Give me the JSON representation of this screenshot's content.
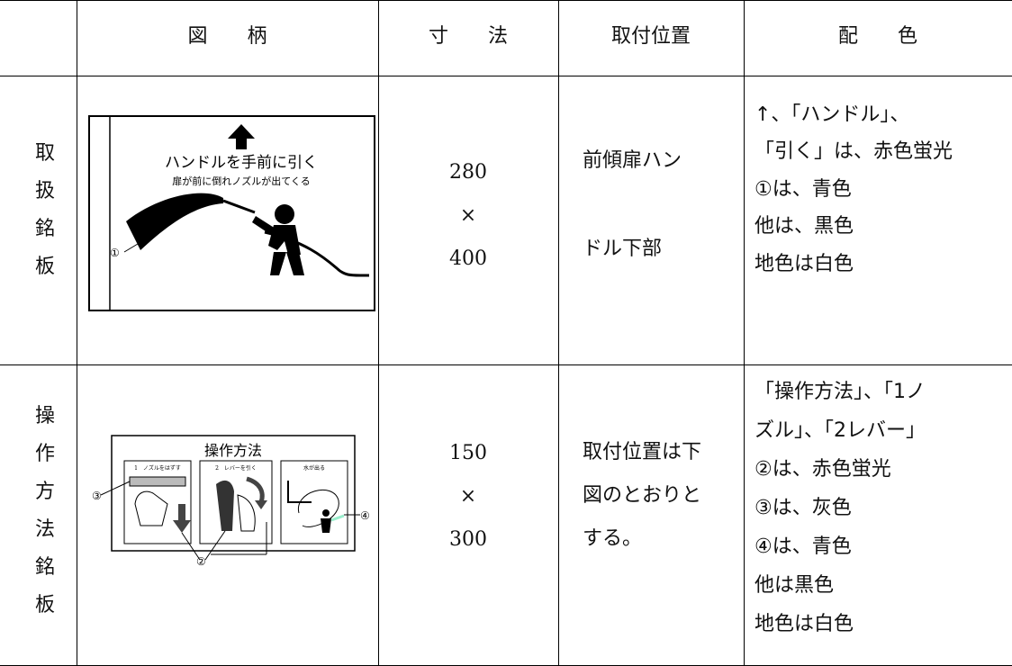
{
  "header": {
    "design": "図　　柄",
    "size": "寸　　法",
    "position": "取付位置",
    "color": "配　　色"
  },
  "rows": [
    {
      "label_chars": [
        "取",
        "扱",
        "銘",
        "板"
      ],
      "plate": {
        "title": "ハンドルを手前に引く",
        "subtitle": "扉が前に倒れノズルが出てくる",
        "callout": "①"
      },
      "size": [
        "280",
        "×",
        "400"
      ],
      "position": [
        "前傾扉ハン",
        "ドル下部"
      ],
      "colors": [
        "↑、「ハンドル」、",
        "「引く」は、赤色蛍光",
        "①は、青色",
        "他は、黒色",
        "地色は白色"
      ]
    },
    {
      "label_chars": [
        "操",
        "作",
        "方",
        "法",
        "銘",
        "板"
      ],
      "plate": {
        "title": "操作方法",
        "panel1": "1　ノズルをはずす",
        "panel2": "2　レバーを引く",
        "panel3": "水が出る",
        "callout3": "③",
        "callout4": "④",
        "callout2": "②"
      },
      "size": [
        "150",
        "×",
        "300"
      ],
      "position": [
        "取付位置は下",
        "図のとおりと",
        "する。"
      ],
      "colors": [
        "「操作方法」、「1ノ",
        "ズル」、「2レバー」",
        "②は、赤色蛍光",
        "③は、灰色",
        "④は、青色",
        "他は黒色",
        "地色は白色"
      ]
    }
  ]
}
